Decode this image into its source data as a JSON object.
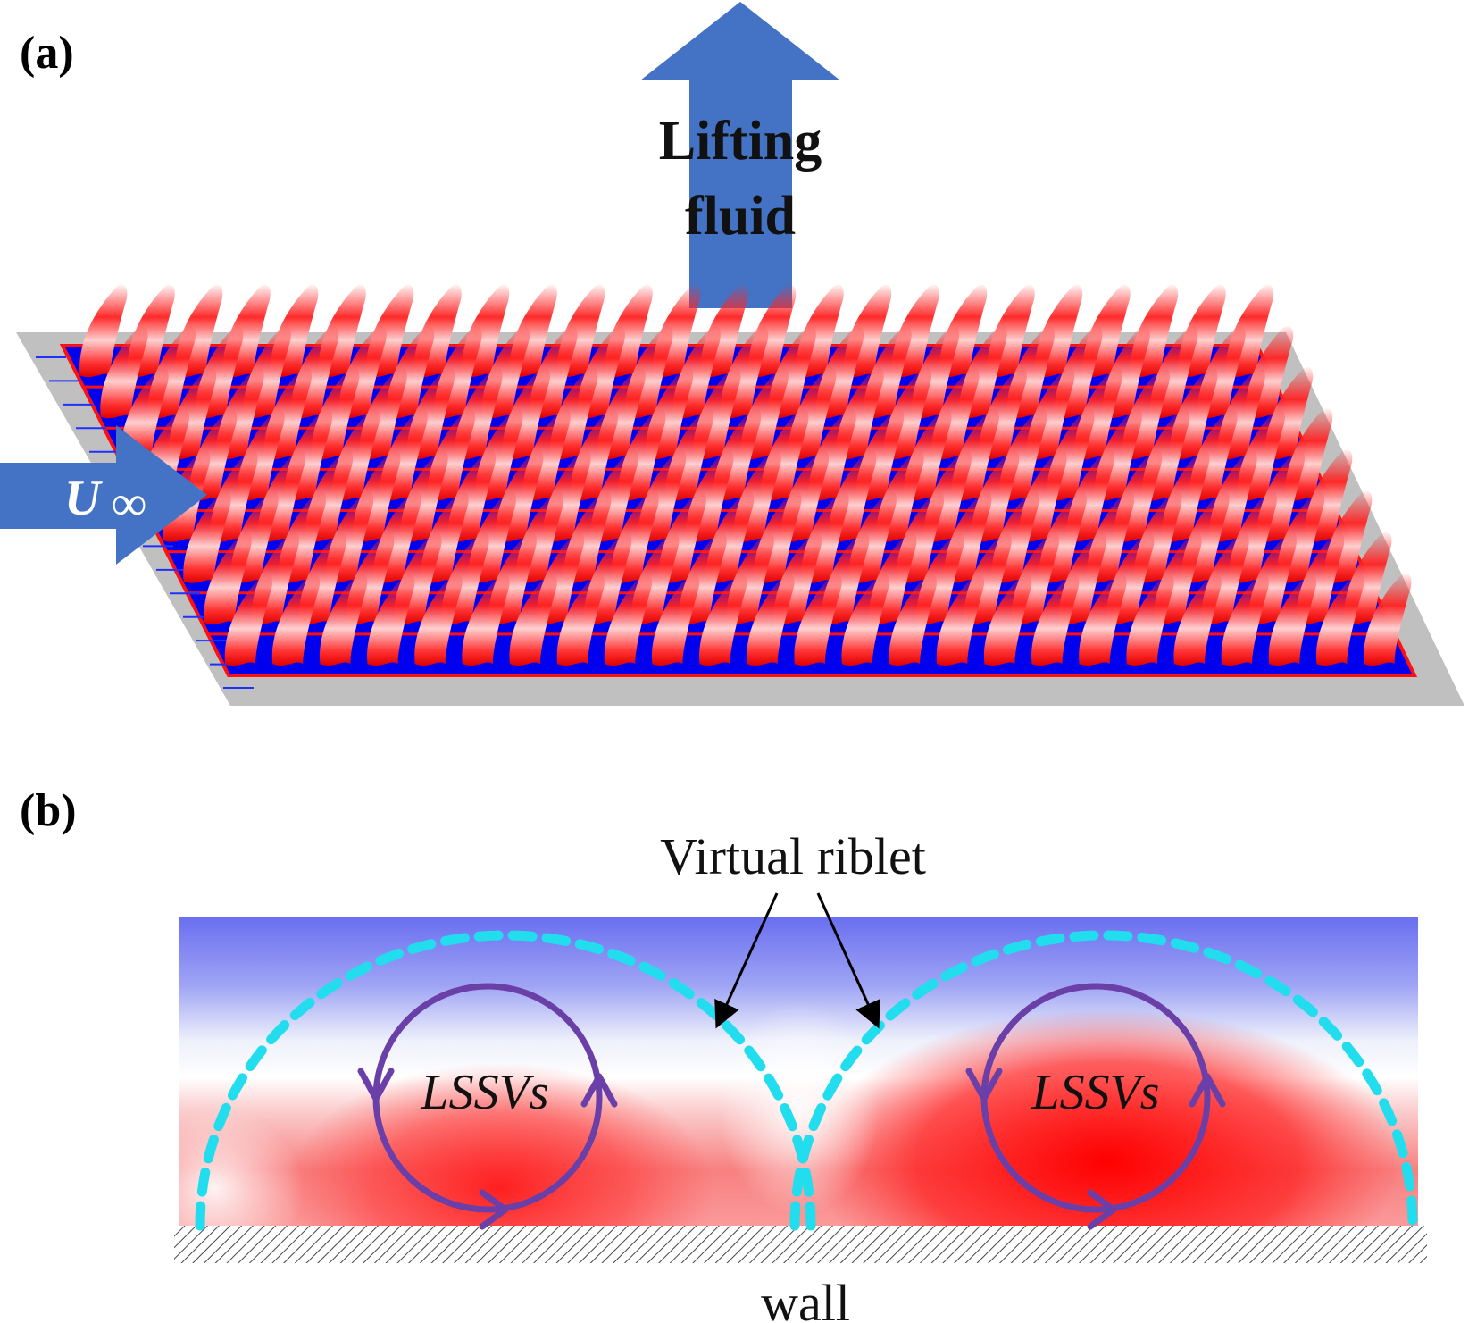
{
  "panel_a": {
    "label": "(a)",
    "lift_arrow_line1": "Lifting",
    "lift_arrow_line2": "fluid",
    "freestream_symbol": "U",
    "freestream_subscript": "∞"
  },
  "panel_b": {
    "label": "(b)",
    "callout": "Virtual riblet",
    "vortex_left": "LSSVs",
    "vortex_right": "LSSVs",
    "wall_label": "wall"
  },
  "colors": {
    "arrow_blue": "#4472C4",
    "streak_red": "#FF1010",
    "channel_blue": "#0000EE",
    "plate_gray": "#C0C0C0",
    "dashed_cyan": "#22DDEE",
    "vortex_purple": "#6A3FA8",
    "field_top_blue": "#6F73EE"
  },
  "icons": {
    "lift": "up-arrow-icon",
    "flow": "right-arrow-icon",
    "vortex": "circular-arrow-icon"
  }
}
